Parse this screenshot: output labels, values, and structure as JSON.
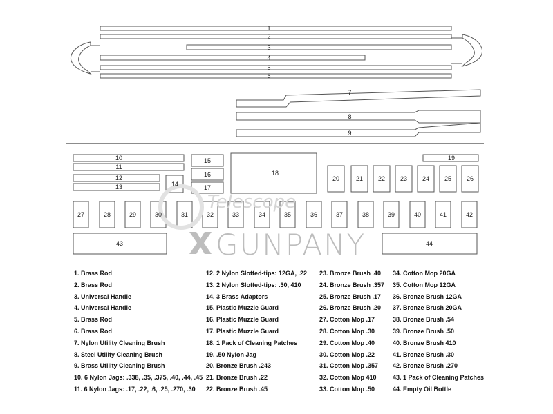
{
  "watermark": {
    "brand": "GUNPANY",
    "brand_small": "Telescope"
  },
  "parts": [
    {
      "id": "1",
      "label": "1"
    },
    {
      "id": "2",
      "label": "2"
    },
    {
      "id": "3",
      "label": "3"
    },
    {
      "id": "4",
      "label": "4"
    },
    {
      "id": "5",
      "label": "5"
    },
    {
      "id": "6",
      "label": "6"
    },
    {
      "id": "7",
      "label": "7"
    },
    {
      "id": "8",
      "label": "8"
    },
    {
      "id": "9",
      "label": "9"
    },
    {
      "id": "10",
      "label": "10"
    },
    {
      "id": "11",
      "label": "11"
    },
    {
      "id": "12",
      "label": "12"
    },
    {
      "id": "13",
      "label": "13"
    },
    {
      "id": "14",
      "label": "14"
    },
    {
      "id": "15",
      "label": "15"
    },
    {
      "id": "16",
      "label": "16"
    },
    {
      "id": "17",
      "label": "17"
    },
    {
      "id": "18",
      "label": "18"
    },
    {
      "id": "19",
      "label": "19"
    },
    {
      "id": "20",
      "label": "20"
    },
    {
      "id": "21",
      "label": "21"
    },
    {
      "id": "22",
      "label": "22"
    },
    {
      "id": "23",
      "label": "23"
    },
    {
      "id": "24",
      "label": "24"
    },
    {
      "id": "25",
      "label": "25"
    },
    {
      "id": "26",
      "label": "26"
    },
    {
      "id": "27",
      "label": "27"
    },
    {
      "id": "28",
      "label": "28"
    },
    {
      "id": "29",
      "label": "29"
    },
    {
      "id": "30",
      "label": "30"
    },
    {
      "id": "31",
      "label": "31"
    },
    {
      "id": "32",
      "label": "32"
    },
    {
      "id": "33",
      "label": "33"
    },
    {
      "id": "34",
      "label": "34"
    },
    {
      "id": "35",
      "label": "35"
    },
    {
      "id": "36",
      "label": "36"
    },
    {
      "id": "37",
      "label": "37"
    },
    {
      "id": "38",
      "label": "38"
    },
    {
      "id": "39",
      "label": "39"
    },
    {
      "id": "40",
      "label": "40"
    },
    {
      "id": "41",
      "label": "41"
    },
    {
      "id": "42",
      "label": "42"
    },
    {
      "id": "43",
      "label": "43"
    },
    {
      "id": "44",
      "label": "44"
    }
  ],
  "legend": {
    "col1": [
      "1. Brass Rod",
      "2. Brass Rod",
      "3. Universal Handle",
      "4. Universal Handle",
      "5. Brass Rod",
      "6. Brass Rod",
      "7. Nylon Utility Cleaning Brush",
      "8. Steel Utility Cleaning Brush",
      "9. Brass Utility Cleaning Brush",
      "10. 6 Nylon Jags: .338, .35, .375, .40, .44, .45",
      "11. 6 Nylon Jags: .17, .22, .6, .25, .270, .30"
    ],
    "col2": [
      "12. 2 Nylon Slotted-tips: 12GA, .22",
      "13. 2 Nylon Slotted-tips: .30, 410",
      "14. 3 Brass Adaptors",
      "15. Plastic Muzzle Guard",
      "16. Plastic Muzzle Guard",
      "17. Plastic Muzzle Guard",
      "18. 1 Pack of Cleaning Patches",
      "19. .50 Nylon Jag",
      "20. Bronze Brush .243",
      "21. Bronze Brush .22",
      "22. Bronze Brush .45"
    ],
    "col3": [
      "23. Bronze Brush .40",
      "24. Bronze Brush .357",
      "25. Bronze Brush .17",
      "26. Bronze Brush .20",
      "27. Cotton Mop .17",
      "28. Cotton Mop .30",
      "29. Cotton Mop .40",
      "30. Cotton Mop .22",
      "31. Cotton Mop .357",
      "32. Cotton Mop 410",
      "33. Cotton Mop .50"
    ],
    "col4": [
      "34. Cotton Mop 20GA",
      "35. Cotton Mop 12GA",
      "36. Bronze Brush 12GA",
      "37. Bronze Brush 20GA",
      "38. Bronze Brush .54",
      "39. Bronze Brush .50",
      "40. Bronze Brush 410",
      "41. Bronze Brush .30",
      "42. Bronze Brush .270",
      "43. 1 Pack of Cleaning Patches",
      "44. Empty Oil Bottle"
    ]
  }
}
